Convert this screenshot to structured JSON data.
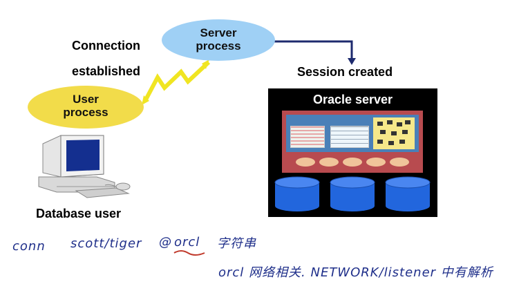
{
  "server_process": {
    "line1": "Server",
    "line2": "process"
  },
  "user_process": {
    "line1": "User",
    "line2": "process"
  },
  "connection": {
    "line1": "Connection",
    "line2": "established"
  },
  "session_label": "Session created",
  "oracle_server_label": "Oracle server",
  "database_user_label": "Database user",
  "handwritten": {
    "line1_cmd": "conn",
    "line1_args": "scott/tiger",
    "line1_at": "@",
    "line1_alias": "orcl",
    "line1_note": "字符串",
    "line2": "orcl 网络相关. NETWORK/listener 中有解析"
  },
  "colors": {
    "server_ellipse": "#9fd0f5",
    "user_ellipse": "#f2dc4a",
    "oracle_box": "#000000",
    "sga_panel": "#b84b4f",
    "disk": "#2266dd"
  },
  "icons": [
    "lightning-bolt-icon",
    "computer-icon",
    "disk-icon"
  ]
}
